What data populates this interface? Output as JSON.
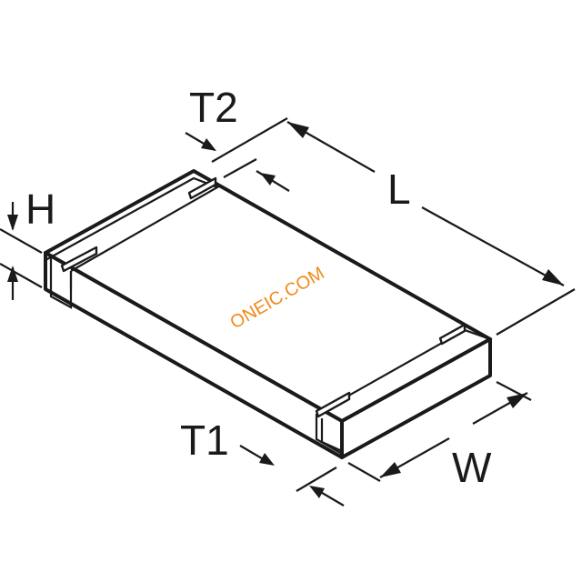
{
  "labels": {
    "length": "L",
    "width": "W",
    "height": "H",
    "terminal_top": "T2",
    "terminal_bottom": "T1"
  },
  "watermark": "ONEIC.COM",
  "colors": {
    "line": "#1a1a1a",
    "watermark": "#f08a1a",
    "background": "#ffffff"
  }
}
